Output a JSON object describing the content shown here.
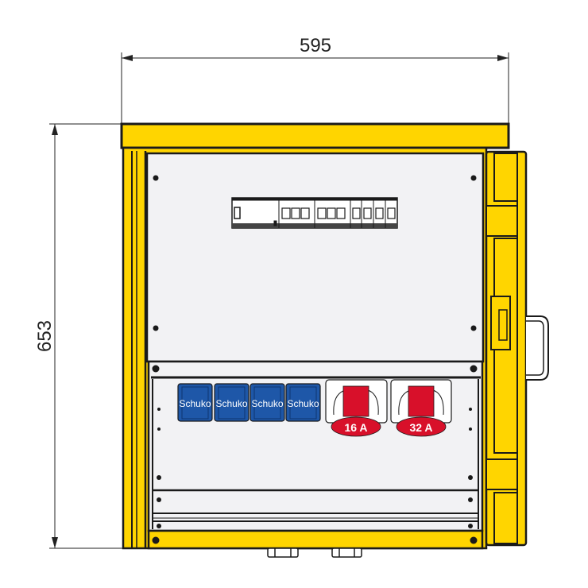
{
  "dimensions": {
    "width": "595",
    "height": "653"
  },
  "sockets": {
    "schuko": [
      "Schuko",
      "Schuko",
      "Schuko",
      "Schuko"
    ],
    "cee": [
      "16 A",
      "32 A"
    ]
  },
  "colors": {
    "housing": "#FFD500",
    "panel": "#F2F2F4",
    "schuko": "#1E57A8",
    "cee": "#D8102A",
    "outline": "#1A1A1A"
  }
}
